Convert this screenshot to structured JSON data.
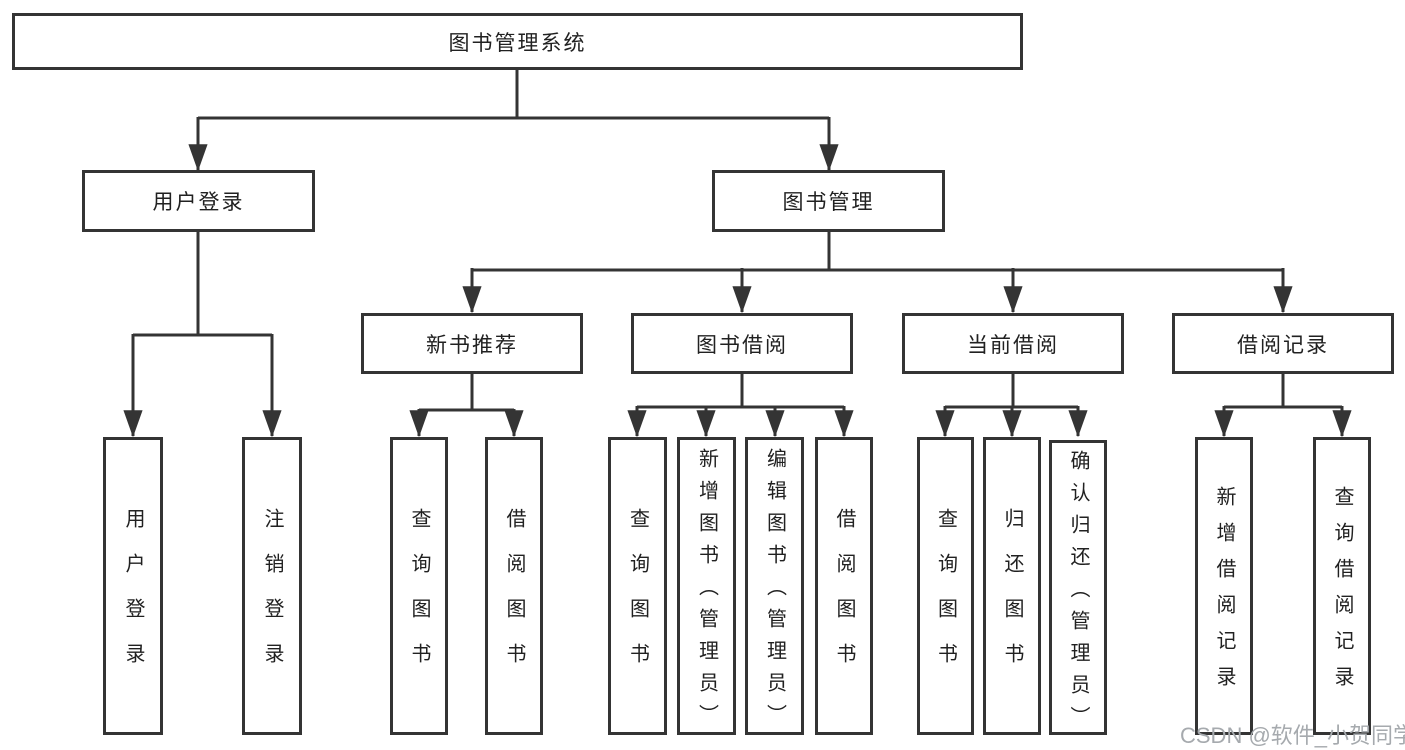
{
  "colors": {
    "line": "#343434",
    "text": "#212121",
    "watermark": "#a6aaae",
    "bg": "#ffffff"
  },
  "watermark": {
    "text": "CSDN @软件_小贺同学"
  },
  "diagram": {
    "root": {
      "label": "图书管理系统"
    },
    "branches": [
      {
        "label": "用户登录",
        "children": [
          {
            "label": "用户登录"
          },
          {
            "label": "注销登录"
          }
        ]
      },
      {
        "label": "图书管理",
        "children": [
          {
            "label": "新书推荐",
            "children": [
              {
                "label": "查询图书"
              },
              {
                "label": "借阅图书"
              }
            ]
          },
          {
            "label": "图书借阅",
            "children": [
              {
                "label": "查询图书"
              },
              {
                "label": "新增图书（管理员）"
              },
              {
                "label": "编辑图书（管理员）"
              },
              {
                "label": "借阅图书"
              }
            ]
          },
          {
            "label": "当前借阅",
            "children": [
              {
                "label": "查询图书"
              },
              {
                "label": "归还图书"
              },
              {
                "label": "确认归还（管理员）"
              }
            ]
          },
          {
            "label": "借阅记录",
            "children": [
              {
                "label": "新增借阅记录"
              },
              {
                "label": "查询借阅记录"
              }
            ]
          }
        ]
      }
    ]
  }
}
